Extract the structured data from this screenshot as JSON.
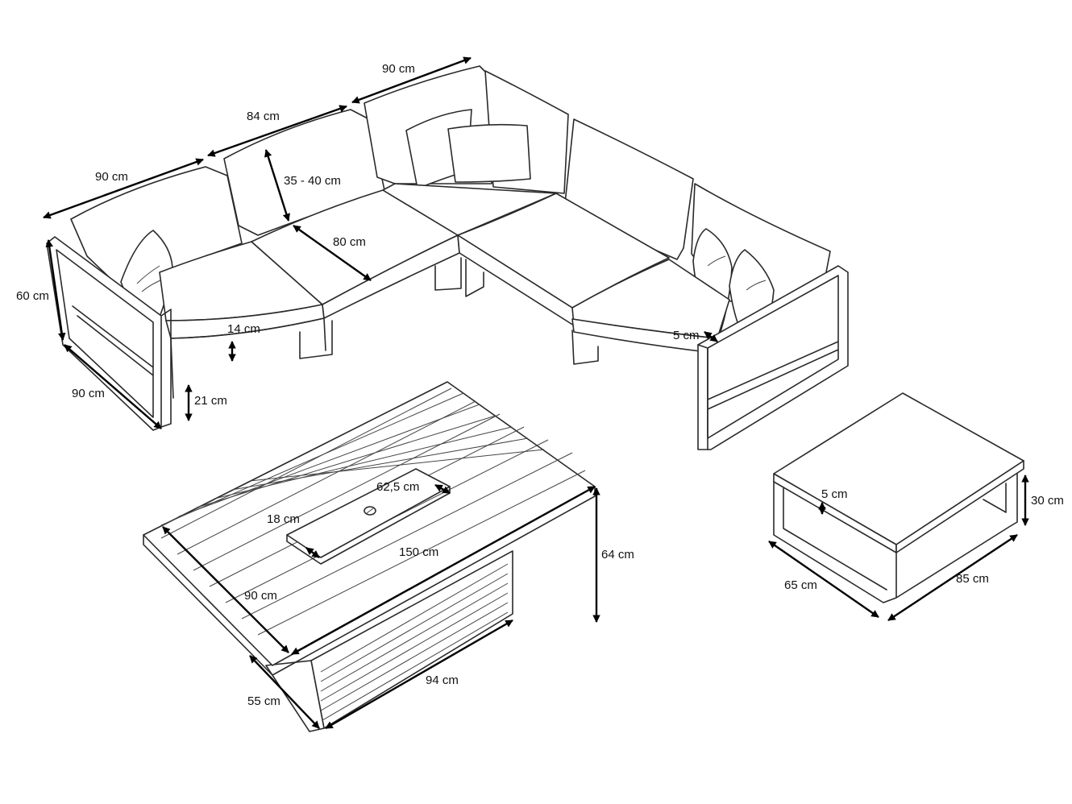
{
  "colors": {
    "line": "#2a2a2a",
    "dimension": "#000000",
    "background": "#ffffff"
  },
  "labels": {
    "sofa_left_width": "90 cm",
    "sofa_middle_width": "84 cm",
    "sofa_corner_width": "90 cm",
    "backrest_height": "35 - 40 cm",
    "seat_depth": "80 cm",
    "total_height": "60 cm",
    "module_depth": "90 cm",
    "seat_cushion": "14 cm",
    "seat_height": "21 cm",
    "arm_width": "5 cm",
    "burner_length": "62,5 cm",
    "burner_width": "18 cm",
    "table_length": "150 cm",
    "table_height": "64 cm",
    "table_width": "90 cm",
    "base_length": "94 cm",
    "base_width": "55 cm",
    "ottoman_cushion": "5 cm",
    "ottoman_height": "30 cm",
    "ottoman_depth": "65 cm",
    "ottoman_length": "85 cm"
  }
}
